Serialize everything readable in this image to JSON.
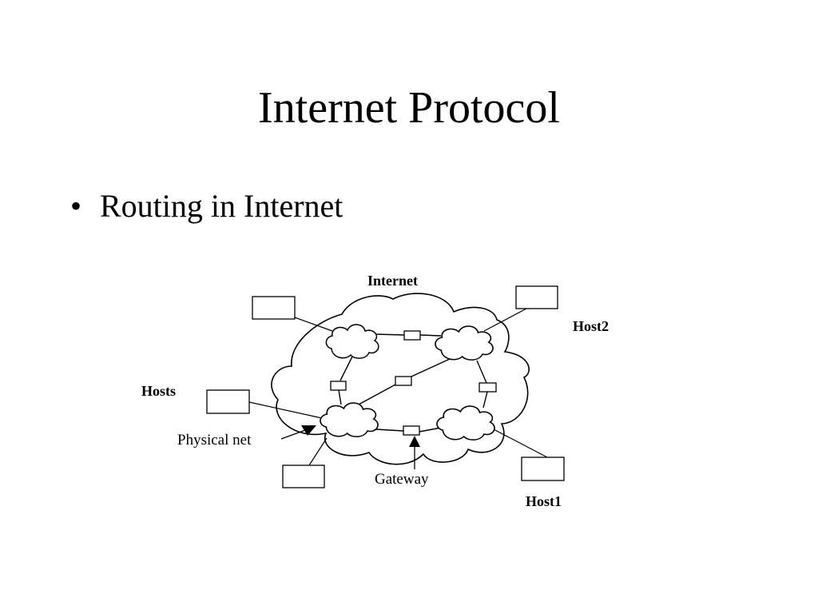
{
  "slide": {
    "title": "Internet Protocol",
    "bullets": [
      {
        "symbol": "•",
        "text": "Routing in Internet"
      }
    ]
  },
  "diagram": {
    "labels": {
      "internet": "Internet",
      "hosts": "Hosts",
      "host1": "Host1",
      "host2": "Host2",
      "physical_net": "Physical net",
      "gateway": "Gateway"
    },
    "colors": {
      "stroke": "#000000",
      "fill": "#ffffff",
      "background": "#ffffff"
    }
  }
}
